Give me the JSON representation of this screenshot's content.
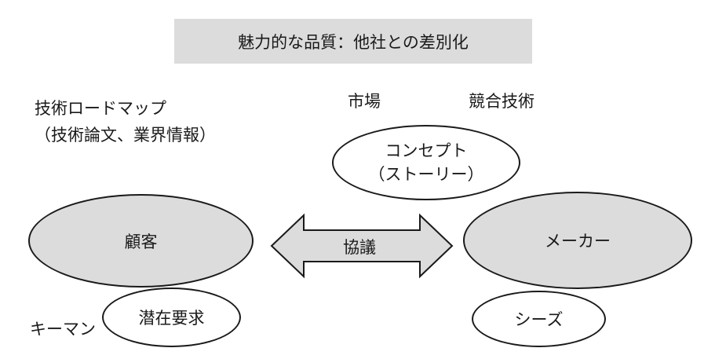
{
  "title": "魅力的な品質：他社との差別化",
  "labels": {
    "roadmap_line1": "技術ロードマップ",
    "roadmap_line2": "（技術論文、業界情報）",
    "market": "市場",
    "competing_tech": "競合技術",
    "keyman": "キーマン"
  },
  "nodes": {
    "concept_line1": "コンセプト",
    "concept_line2": "（ストーリー）",
    "customer": "顧客",
    "maker": "メーカー",
    "latent_needs": "潜在要求",
    "seeds": "シーズ"
  },
  "arrow_label": "協議",
  "colors": {
    "fill_gray": "#dcdcdc",
    "stroke": "#1a1a1a"
  }
}
